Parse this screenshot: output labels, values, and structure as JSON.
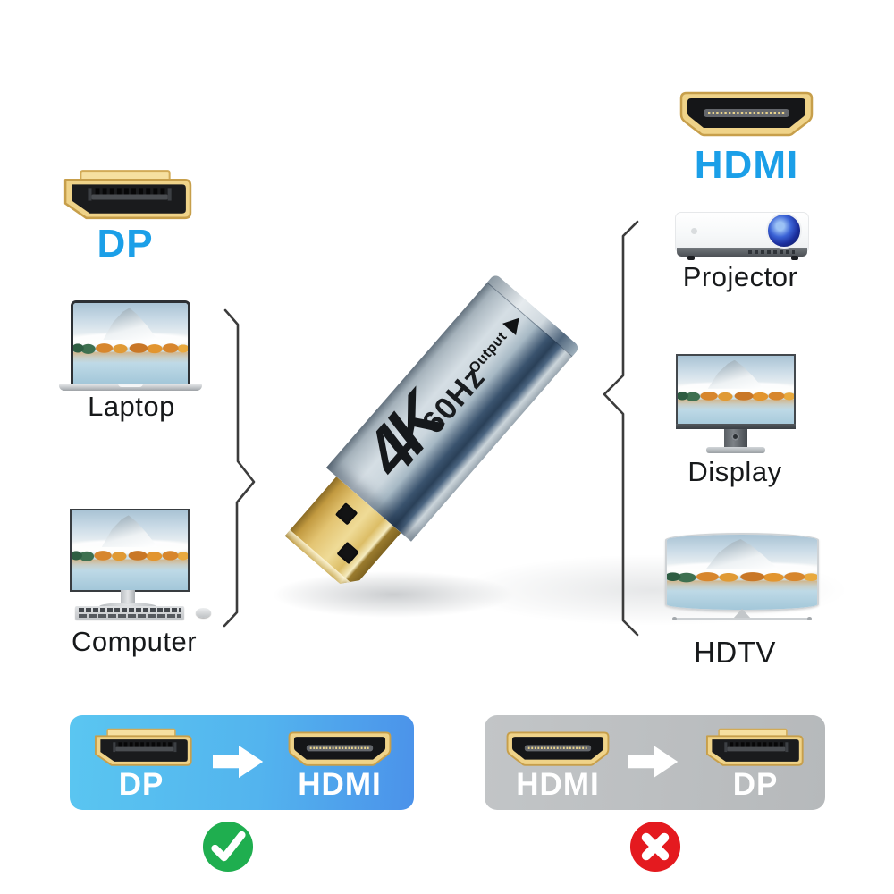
{
  "page": {
    "type": "dp-to-hdmi-adapter-infographic",
    "background": "#ffffff"
  },
  "input_side": {
    "connector_label": "DP",
    "devices": [
      "Laptop",
      "Computer"
    ]
  },
  "output_side": {
    "connector_label": "HDMI",
    "devices": [
      "Projector",
      "Display",
      "HDTV"
    ]
  },
  "adapter": {
    "resolution": "4K",
    "refresh_rate": "60Hz",
    "port_label": "Output",
    "direction_icon": "triangle-up"
  },
  "comparisons": [
    {
      "from": "DP",
      "to": "HDMI",
      "valid": true,
      "result_icon": "check"
    },
    {
      "from": "HDMI",
      "to": "DP",
      "valid": false,
      "result_icon": "cross"
    }
  ],
  "colors": {
    "label_blue": "#1b9fe8",
    "device_label": "#17191b",
    "box_blue_start": "#5ac6f1",
    "box_blue_end": "#4b92ea",
    "box_gray": "#babdbf",
    "check_green": "#1fae4f",
    "cross_red": "#e41a1f",
    "connector_gold": "#efd389",
    "bracket_gray": "#3c3c3c"
  }
}
